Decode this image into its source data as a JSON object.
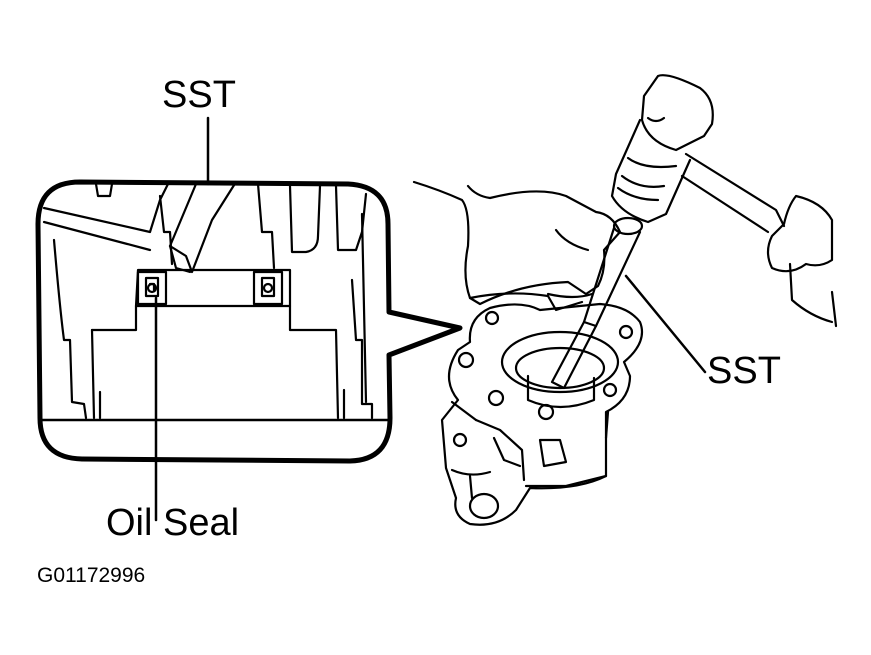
{
  "labels": {
    "sst_top": "SST",
    "sst_right": "SST",
    "oil_seal": "Oil Seal",
    "figure_code": "G01172996"
  },
  "colors": {
    "ink": "#000000",
    "paper": "#ffffff"
  }
}
